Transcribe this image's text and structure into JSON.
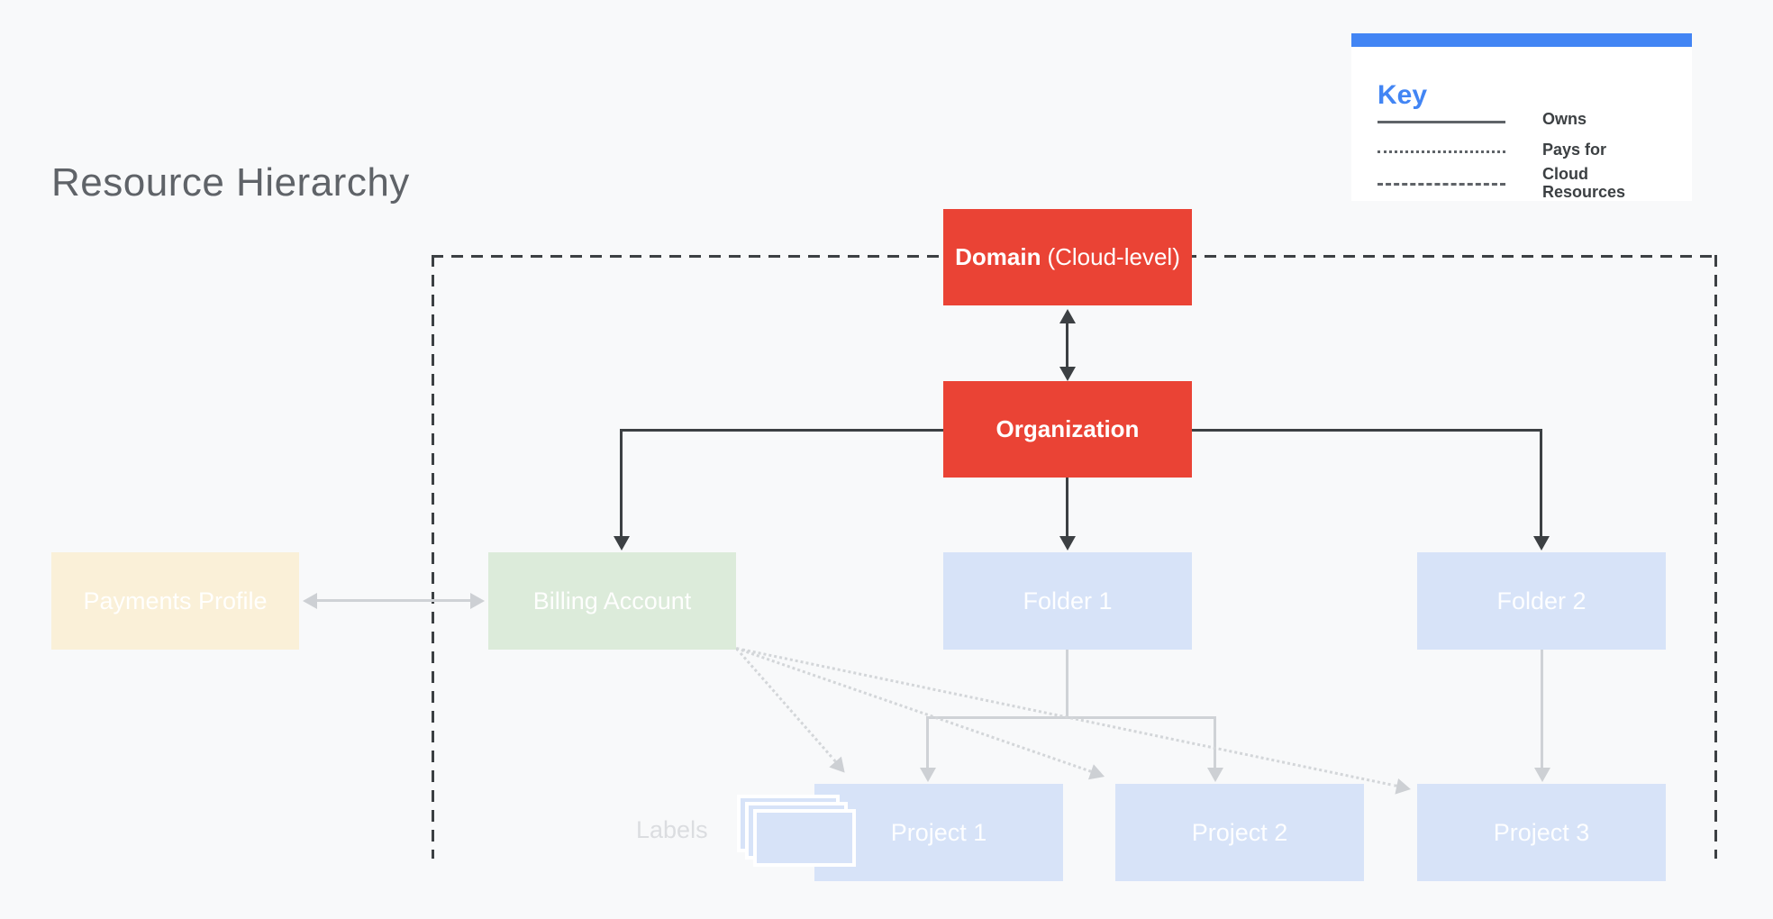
{
  "title": "Resource Hierarchy",
  "key": {
    "heading": "Key",
    "items": [
      {
        "style": "solid",
        "label": "Owns"
      },
      {
        "style": "dotted",
        "label": "Pays for"
      },
      {
        "style": "dashed",
        "label": "Cloud Resources"
      }
    ]
  },
  "nodes": {
    "domain_bold": "Domain",
    "domain_rest": "(Cloud-level)",
    "organization": "Organization",
    "payments_profile": "Payments Profile",
    "billing_account": "Billing Account",
    "folder_1": "Folder 1",
    "folder_2": "Folder 2",
    "project_1": "Project 1",
    "project_2": "Project 2",
    "project_3": "Project 3"
  },
  "annotations": {
    "labels_caption": "Labels"
  },
  "colors": {
    "background": "#F8F9FA",
    "red_node": "#EA4335",
    "green_node": "#DCEBDA",
    "cream_node": "#FAF0D8",
    "blue_node": "#D7E3F8",
    "accent_blue": "#4285F4",
    "dark_line": "#3C4043",
    "light_line": "#CDD0D4",
    "title_text": "#5F6368"
  }
}
